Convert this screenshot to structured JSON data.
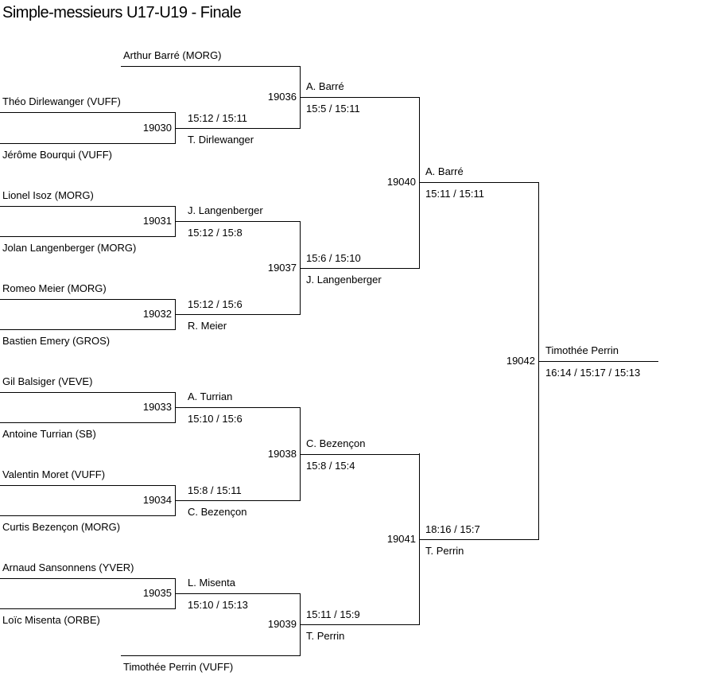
{
  "title": "Simple-messieurs U17-U19 - Finale",
  "players": [
    "Arthur Barré (MORG)",
    "Théo Dirlewanger (VUFF)",
    "Jérôme Bourqui (VUFF)",
    "Lionel Isoz (MORG)",
    "Jolan Langenberger (MORG)",
    "Romeo Meier (MORG)",
    "Bastien Emery (GROS)",
    "Gil Balsiger (VEVE)",
    "Antoine Turrian (SB)",
    "Valentin Moret (VUFF)",
    "Curtis Bezençon (MORG)",
    "Arnaud Sansonnens (YVER)",
    "Loïc Misenta (ORBE)",
    "Timothée Perrin (VUFF)"
  ],
  "matches": [
    {
      "id": "19030",
      "winner": "T. Dirlewanger",
      "score": "15:12 / 15:11"
    },
    {
      "id": "19031",
      "winner": "J. Langenberger",
      "score": "15:12 / 15:8"
    },
    {
      "id": "19032",
      "winner": "R. Meier",
      "score": "15:12 / 15:6"
    },
    {
      "id": "19033",
      "winner": "A. Turrian",
      "score": "15:10 / 15:6"
    },
    {
      "id": "19034",
      "winner": "C. Bezençon",
      "score": "15:8 / 15:11"
    },
    {
      "id": "19035",
      "winner": "L. Misenta",
      "score": "15:10 / 15:13"
    },
    {
      "id": "19036",
      "winner": "A. Barré",
      "score": "15:5 / 15:11"
    },
    {
      "id": "19037",
      "winner": "J. Langenberger",
      "score": "15:6 / 15:10"
    },
    {
      "id": "19038",
      "winner": "C. Bezençon",
      "score": "15:8 / 15:4"
    },
    {
      "id": "19039",
      "winner": "T. Perrin",
      "score": "15:11 / 15:9"
    },
    {
      "id": "19040",
      "winner": "A. Barré",
      "score": "15:11 / 15:11"
    },
    {
      "id": "19041",
      "winner": "T. Perrin",
      "score": "18:16 / 15:7"
    },
    {
      "id": "19042",
      "winner": "Timothée Perrin",
      "score": "16:14 / 15:17 / 15:13"
    }
  ]
}
